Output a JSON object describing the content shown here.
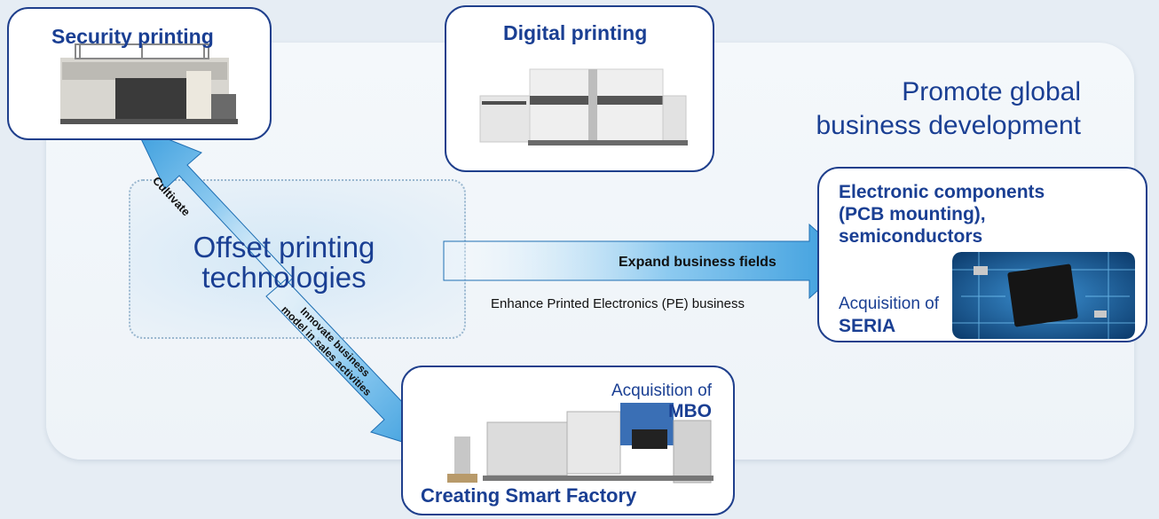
{
  "headline": {
    "line1": "Promote global",
    "line2": "business development"
  },
  "core": {
    "line1": "Offset printing",
    "line2": "technologies"
  },
  "cards": {
    "security": {
      "title": "Security printing"
    },
    "digital": {
      "title": "Digital printing"
    },
    "electronic": {
      "title_line1": "Electronic components",
      "title_line2": "(PCB mounting),",
      "title_line3": "semiconductors",
      "acq_label": "Acquisition of",
      "acq_name": "SERIA"
    },
    "smart": {
      "title": "Creating Smart Factory",
      "acq_label": "Acquisition of",
      "acq_name": "MBO"
    }
  },
  "arrows": {
    "cultivate": "Cultivate",
    "expand": "Expand business fields",
    "enhance": "Enhance Printed Electronics (PE) business",
    "innovate_line1": "Innovate business",
    "innovate_line2": "model in sales activities"
  },
  "colors": {
    "brand_blue": "#1a3f93",
    "arrow_blue": "#3a9ddd",
    "card_border": "#1f3f8c"
  }
}
